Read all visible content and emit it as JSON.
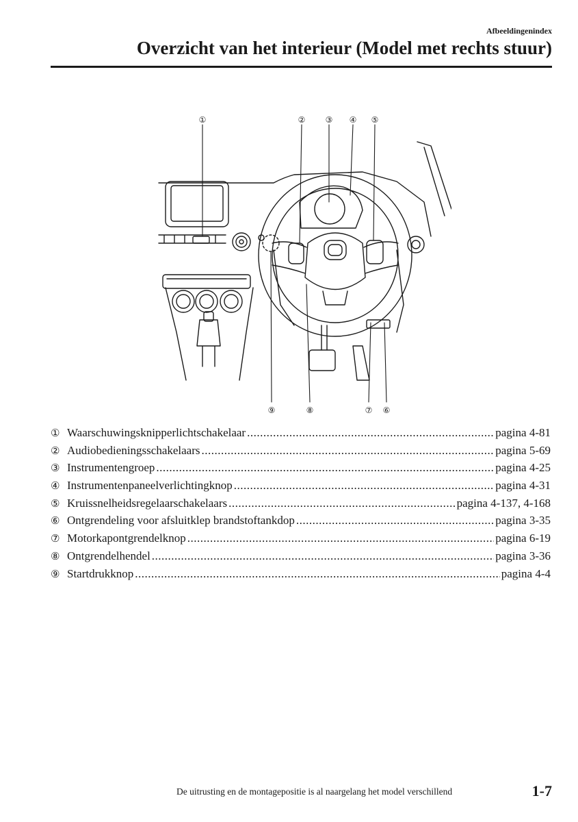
{
  "header": {
    "section": "Afbeeldingenindex",
    "title": "Overzicht van het interieur (Model met rechts stuur)"
  },
  "figure": {
    "callouts": [
      "①",
      "②",
      "③",
      "④",
      "⑤",
      "⑥",
      "⑦",
      "⑧",
      "⑨"
    ]
  },
  "items": [
    {
      "num": "①",
      "label": "Waarschuwingsknipperlichtschakelaar",
      "page": "pagina 4-81"
    },
    {
      "num": "②",
      "label": "Audiobedieningsschakelaars",
      "page": "pagina 5-69"
    },
    {
      "num": "③",
      "label": "Instrumentengroep",
      "page": "pagina 4-25"
    },
    {
      "num": "④",
      "label": "Instrumentenpaneelverlichtingknop",
      "page": "pagina 4-31"
    },
    {
      "num": "⑤",
      "label": "Kruissnelheidsregelaarschakelaars",
      "page": "pagina 4-137, 4-168"
    },
    {
      "num": "⑥",
      "label": "Ontgrendeling voor afsluitklep brandstoftankdop",
      "page": "pagina 3-35"
    },
    {
      "num": "⑦",
      "label": "Motorkapontgrendelknop",
      "page": "pagina 6-19"
    },
    {
      "num": "⑧",
      "label": "Ontgrendelhendel",
      "page": "pagina 3-36"
    },
    {
      "num": "⑨",
      "label": "Startdrukknop",
      "page": "pagina 4-4"
    }
  ],
  "footer": {
    "note": "De uitrusting en de montagepositie is al naargelang het model verschillend",
    "page_number": "1-7"
  }
}
